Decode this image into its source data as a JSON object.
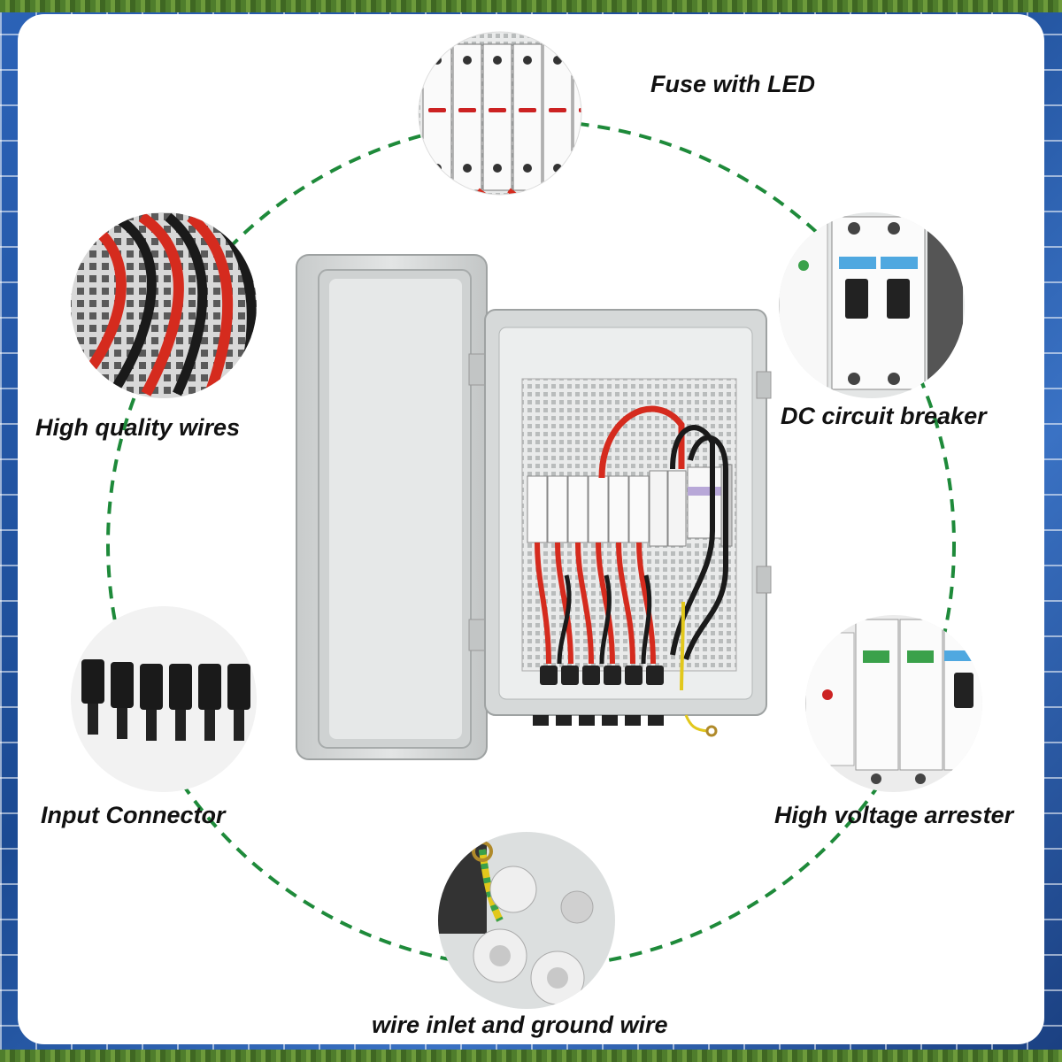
{
  "labels": {
    "fuse": "Fuse with LED",
    "wires": "High quality wires",
    "breaker": "DC circuit breaker",
    "connector": "Input Connector",
    "arrester": "High voltage arrester",
    "inlet": "wire inlet and ground wire"
  },
  "colors": {
    "dashed_ring": "#1e8a3a",
    "wire_red": "#d52b1e",
    "wire_black": "#1a1a1a",
    "enclosure": "#d9dcdc",
    "panel_blue": "#2c63b8"
  }
}
